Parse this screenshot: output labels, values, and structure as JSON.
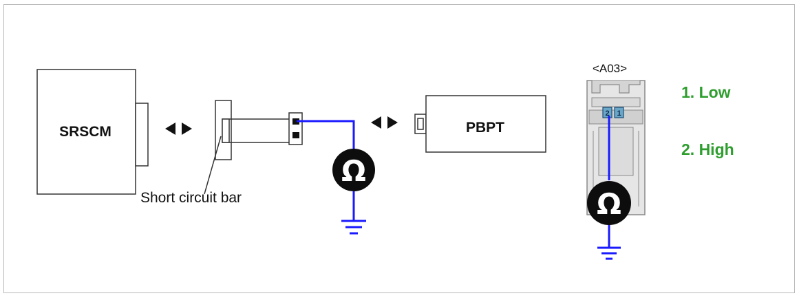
{
  "diagram": {
    "module_label": "SRSCM",
    "short_bar_label": "Short circuit bar",
    "pretensioner_label": "PBPT",
    "connector_id": "<A03>",
    "pin_low": "1. Low",
    "pin_high": "2. High",
    "pin_numbers": [
      "2",
      "1"
    ],
    "ohm_symbol": "Ω",
    "colors": {
      "wire": "#1a1aff",
      "legend_text": "#2e9e2e",
      "outline": "#333333"
    },
    "icons": [
      "double-arrow-icon",
      "ohmmeter-icon",
      "ground-icon"
    ]
  }
}
